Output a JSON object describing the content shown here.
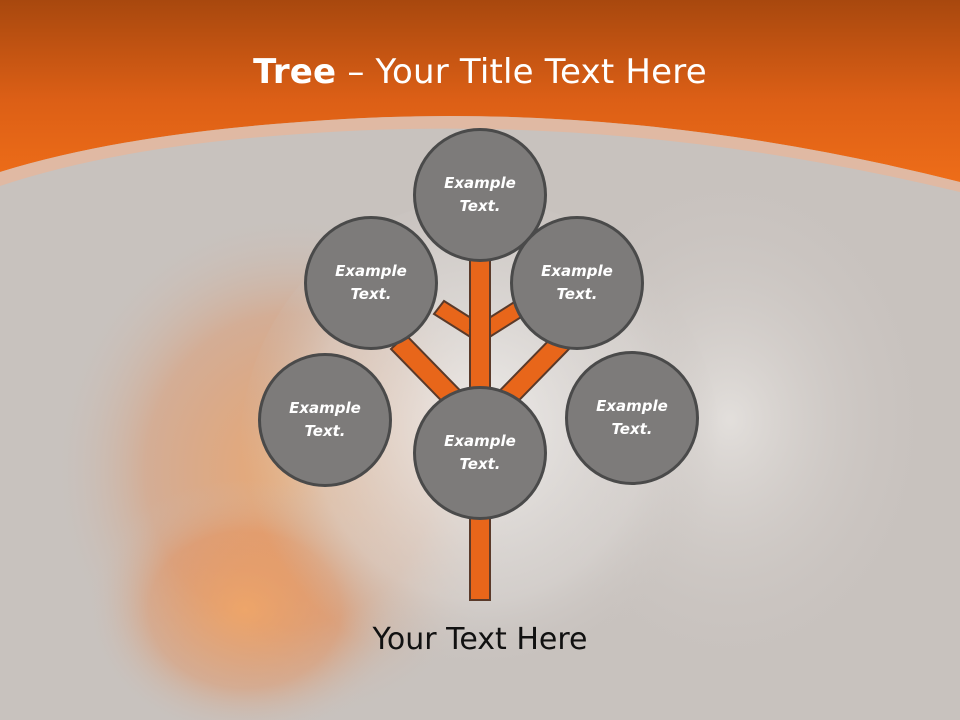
{
  "slide": {
    "title_bold": "Tree",
    "title_rest": " – Your Title Text Here",
    "caption": "Your Text Here"
  },
  "tree": {
    "nodes": [
      {
        "id": "top",
        "label": "Example\nText."
      },
      {
        "id": "upper-left",
        "label": "Example\nText."
      },
      {
        "id": "upper-right",
        "label": "Example\nText."
      },
      {
        "id": "middle-left",
        "label": "Example\nText."
      },
      {
        "id": "center",
        "label": "Example\nText."
      },
      {
        "id": "middle-right",
        "label": "Example\nText."
      }
    ]
  },
  "colors": {
    "header": "#e8661a",
    "branch": "#e8661a",
    "node_fill": "#7d7b7a",
    "node_border": "#4a4a4a",
    "background": "#c9c3bf"
  }
}
